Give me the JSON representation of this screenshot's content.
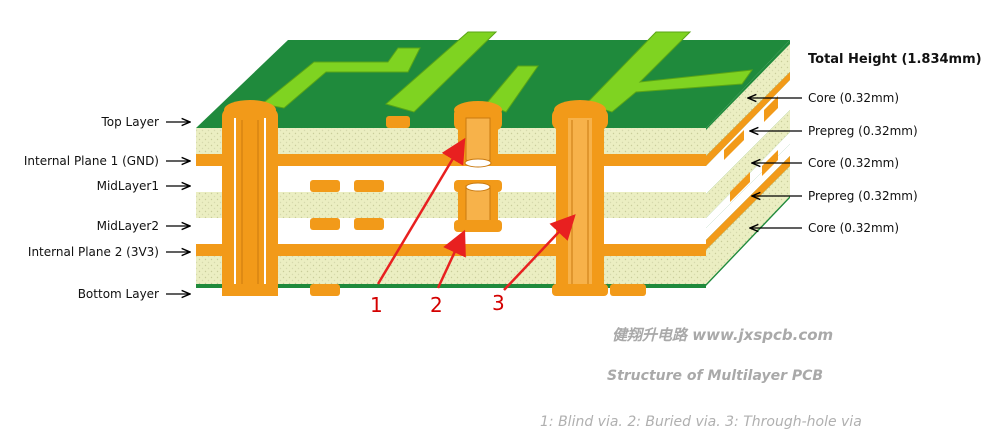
{
  "left_labels": [
    "Top Layer",
    "Internal Plane 1 (GND)",
    "MidLayer1",
    "MidLayer2",
    "Internal Plane 2 (3V3)",
    "Bottom Layer"
  ],
  "right_labels": {
    "total": "Total Height (1.834mm)",
    "layers": [
      "Core (0.32mm)",
      "Prepreg (0.32mm)",
      "Core (0.32mm)",
      "Prepreg (0.32mm)",
      "Core (0.32mm)"
    ]
  },
  "numbers": [
    "1",
    "2",
    "3"
  ],
  "watermark": "健翔升电路 www.jxspcb.com",
  "caption_title": "Structure of Multilayer PCB",
  "caption_sub": "1: Blind via. 2: Buried via. 3: Through-hole via",
  "colors": {
    "solder_mask": "#1f8a3c",
    "copper": "#f29a19",
    "core": "#ebeec2",
    "trace": "#7fd321",
    "arrow": "#e82020"
  }
}
